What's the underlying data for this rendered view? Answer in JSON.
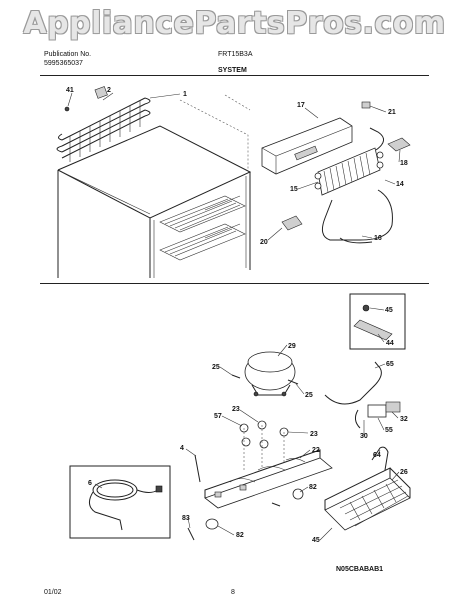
{
  "watermark": "AppliancePartsPros.com",
  "header": {
    "publication_label": "Publication No.",
    "publication_number": "5995365037",
    "model": "FRT15B3A",
    "section_title": "SYSTEM"
  },
  "footer": {
    "date": "01/02",
    "page": "8",
    "drawing_code": "N05CBABAB1"
  },
  "callouts": [
    "41",
    "2",
    "1",
    "17",
    "21",
    "18",
    "14",
    "15",
    "16",
    "20",
    "45",
    "44",
    "65",
    "29",
    "25",
    "25",
    "32",
    "57",
    "23",
    "23",
    "55",
    "30",
    "4",
    "22",
    "6",
    "64",
    "26",
    "82",
    "83",
    "82",
    "45"
  ]
}
